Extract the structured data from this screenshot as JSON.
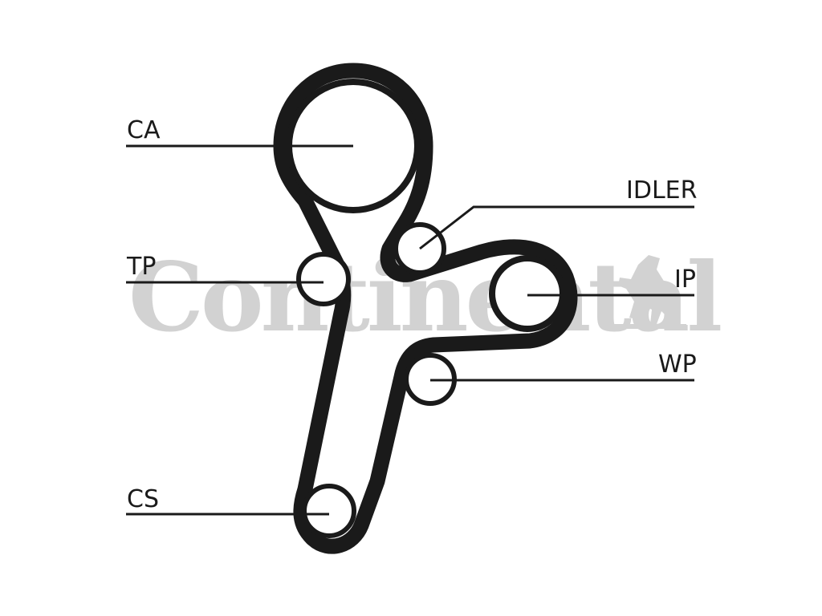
{
  "diagram": {
    "watermark": "Continental",
    "components": [
      {
        "id": "CA",
        "label": "CA"
      },
      {
        "id": "IDLER",
        "label": "IDLER"
      },
      {
        "id": "TP",
        "label": "TP"
      },
      {
        "id": "IP",
        "label": "IP"
      },
      {
        "id": "WP",
        "label": "WP"
      },
      {
        "id": "CS",
        "label": "CS"
      }
    ]
  },
  "colors": {
    "belt": "#1a1a1a",
    "watermark": "#d2d2d2",
    "background": "#ffffff"
  }
}
